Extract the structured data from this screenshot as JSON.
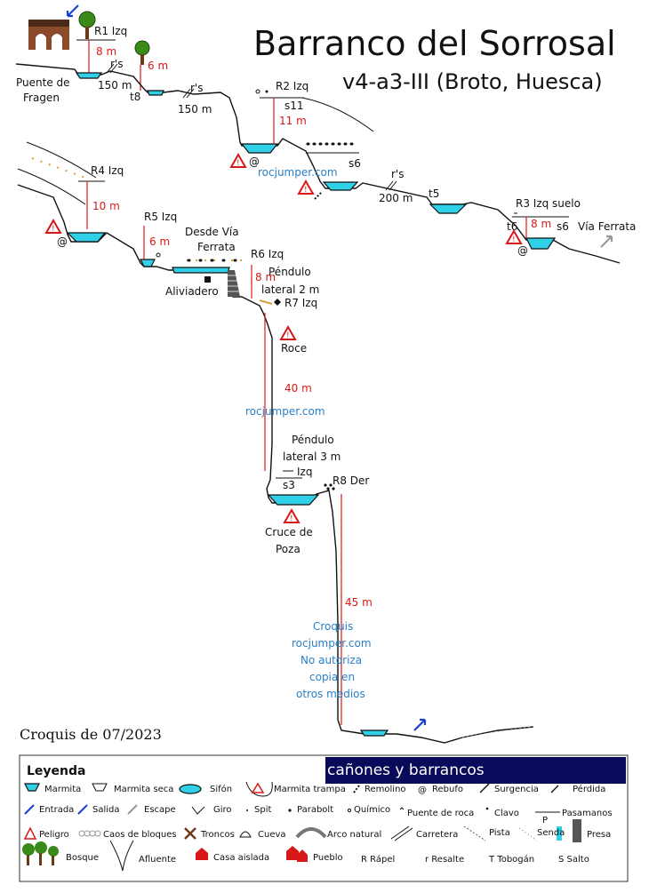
{
  "header": {
    "title": "Barranco del Sorrosal",
    "subtitle": "v4-a3-III (Broto, Huesca)"
  },
  "labels": {
    "r1": "R1 Izq",
    "r1_len": "8 m",
    "puente_a": "Puente de",
    "puente_b": "Fragen",
    "rs1": "r's",
    "rs1_len": "150 m",
    "t8": "t8",
    "six_m": "6 m",
    "rs2": "r's",
    "rs2_len": "150 m",
    "r2": "R2 Izq",
    "s11": "s11",
    "r2_len": "11 m",
    "s6a": "s6",
    "web1": "rocjumper.com",
    "rs3": "r's",
    "rs3_len": "200 m",
    "t5": "t5",
    "r3": "R3 Izq suelo",
    "t6": "t6",
    "r3_len": "8 m",
    "s6b": "s6",
    "via_ferrata": "Vía Ferrata",
    "r4": "R4 Izq",
    "r4_len": "10 m",
    "r5": "R5 Izq",
    "r5_len": "6 m",
    "desde_a": "Desde Vía",
    "desde_b": "Ferrata",
    "r6": "R6 Izq",
    "aliviadero": "Aliviadero",
    "r6_len": "8 m",
    "pendulo1_a": "Péndulo",
    "pendulo1_b": "lateral 2 m",
    "r7": "R7 Izq",
    "roce": "Roce",
    "r7_len": "40 m",
    "web2": "rocjumper.com",
    "pendulo2_a": "Péndulo",
    "pendulo2_b": "lateral 3 m",
    "izq": "Izq",
    "s3": "s3",
    "r8": "R8 Der",
    "cruce_a": "Cruce de",
    "cruce_b": "Poza",
    "r8_len": "45 m",
    "watermark_1": "Croquis",
    "watermark_2": "rocjumper.com",
    "watermark_3": "No autoriza",
    "watermark_4": "copia en",
    "watermark_5": "otros medios",
    "date": "Croquis de 07/2023"
  },
  "legend": {
    "title": "Leyenda",
    "banner": "cañones y barrancos",
    "row1": [
      "Marmita",
      "Marmita seca",
      "Sifón",
      "Marmita trampa",
      "Remolino",
      "Rebufo",
      "Surgencia",
      "Pérdida"
    ],
    "row2": [
      "Entrada",
      "Salida",
      "Escape",
      "Giro",
      "Spit",
      "Parabolt",
      "Químico",
      "Puente de roca",
      "Clavo",
      "Pasamanos"
    ],
    "p_mark": "P",
    "row3": [
      "Peligro",
      "Caos de bloques",
      "Troncos",
      "Cueva",
      "Arco natural",
      "Carretera",
      "Pista",
      "Senda",
      "Presa"
    ],
    "row4": [
      "Bosque",
      "Afluente",
      "Casa aislada",
      "Pueblo",
      "R Rápel",
      "r Resalte",
      "T Tobogán",
      "S Salto"
    ]
  },
  "colors": {
    "water": "#2fd0e8",
    "rope": "#d81818",
    "web": "#2a7fc6",
    "entry": "#1a3fd8",
    "danger": "#d81818"
  }
}
